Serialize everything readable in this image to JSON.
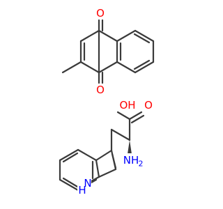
{
  "colors": {
    "bond": "#3a3a3a",
    "oxygen": "#ff0000",
    "nitrogen": "#0000ff",
    "background": "#ffffff"
  },
  "molecules": [
    {
      "name": "",
      "atom_labels": [
        {
          "id": "o-top",
          "text": "O",
          "element": "oxygen"
        },
        {
          "id": "o-bottom",
          "text": "O",
          "element": "oxygen"
        }
      ]
    },
    {
      "name": "",
      "atom_labels": [
        {
          "id": "o-hydroxyl",
          "text": "OH",
          "element": "oxygen"
        },
        {
          "id": "o-carbonyl",
          "text": "O",
          "element": "oxygen"
        },
        {
          "id": "n-amine",
          "text": "NH",
          "subscript": "2",
          "element": "nitrogen"
        },
        {
          "id": "n-indole",
          "text": "N",
          "element": "nitrogen"
        },
        {
          "id": "h-indole",
          "text": "H",
          "element": "nitrogen"
        }
      ]
    }
  ]
}
